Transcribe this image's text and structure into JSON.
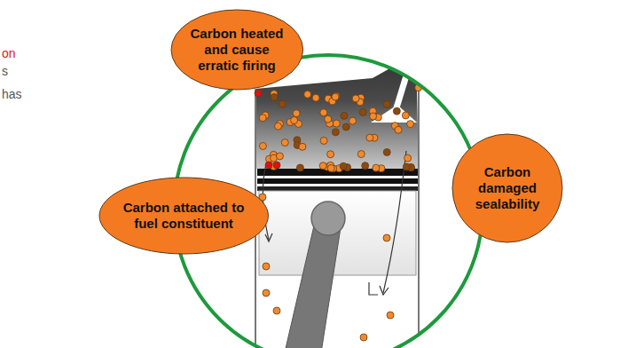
{
  "diagram": {
    "nodes": [
      {
        "text": [
          "Carbon heated and cause erratic firing"
        ]
      },
      {
        "text": [
          "Carbon attached to fuel constituent"
        ]
      },
      {
        "text": [
          "Carbon damaged sealability"
        ]
      }
    ],
    "labels": [
      "on",
      "s",
      "has"
    ]
  }
}
